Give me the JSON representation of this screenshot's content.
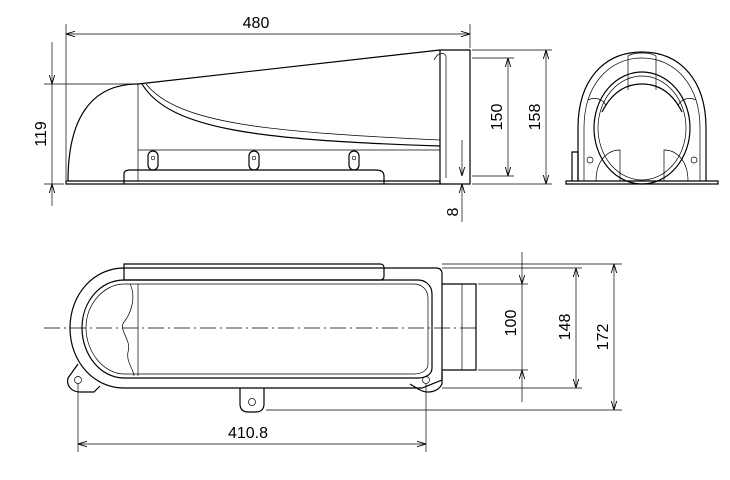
{
  "dimensions": {
    "side_length": "480",
    "side_height": "119",
    "outlet_inner": "150",
    "outlet_outer": "158",
    "flange": "8",
    "plan_outlet": "100",
    "plan_inner": "148",
    "plan_outer": "172",
    "plan_length": "410.8"
  }
}
